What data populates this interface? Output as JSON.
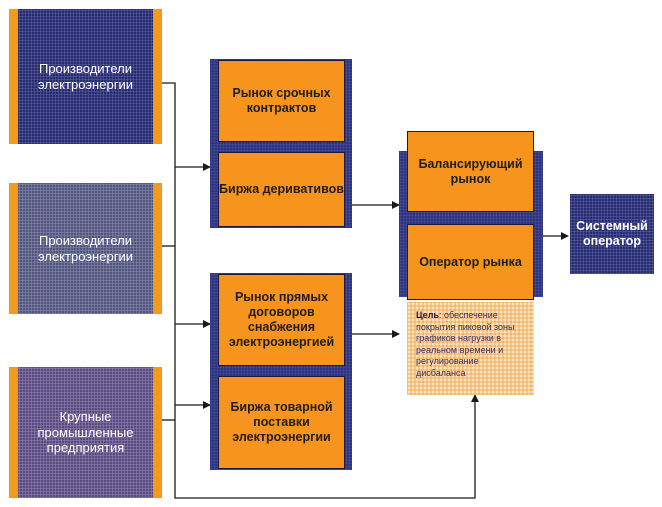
{
  "producers_1": "Производители электроэнергии",
  "producers_2": "Производители электроэнергии",
  "industrial": "Крупные промышленные предприятия",
  "futures_market": "Рынок срочных контрактов",
  "derivatives_exchange": "Биржа деривативов",
  "direct_contracts_market": "Рынок прямых договоров снабжения электроэнергией",
  "commodity_exchange": "Биржа товарной поставки электроэнергии",
  "balancing_market": "Балансирующий рынок",
  "market_operator": "Оператор рынка",
  "goal_label": "Цель",
  "goal_text": ": обеспечение покрытия пиковой зоны графиков нагрузки в реальном времени и регулирование дисбаланса",
  "system_operator": "Системный оператор",
  "colors": {
    "orange": "#f7941d",
    "navy": "#2e3484",
    "note_fill": "#f7c88c",
    "line": "#1a1a1a"
  }
}
